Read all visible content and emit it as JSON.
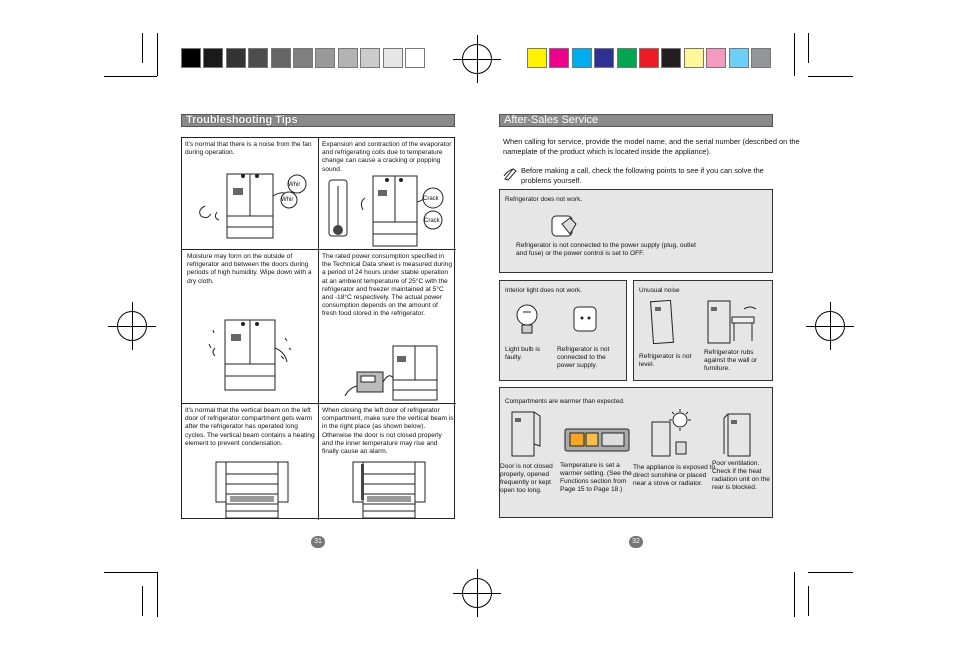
{
  "left_page": {
    "title": "Troubleshooting Tips",
    "tips": [
      {
        "text": "It's normal that there is a noise from the fan during operation.",
        "sounds": [
          "Whir",
          "Whir"
        ]
      },
      {
        "text": "Expansion and contraction of the evaporator and refrigerating coils due to temperature change can cause a cracking or popping sound.",
        "sounds": [
          "Crack",
          "Crack"
        ]
      },
      {
        "text": "Moisture may form on the outside of refrigerator and between the doors during periods of high humidity. Wipe down with a dry cloth."
      },
      {
        "text": "The rated power consumption specified in the Technical Data sheet is measured during a period of 24 hours under stable operation at an ambient temperature of 25°C with the refrigerator and freezer maintained at 5°C and -18°C respectively. The actual power consumption depends on the amount of fresh food stored in the refrigerator."
      },
      {
        "text": "It's normal that the vertical beam on the left door of refrigerator compartment gets warm after the refrigerator has operated long cycles. The vertical beam contains a heating element to prevent condensation."
      },
      {
        "text": "When closing the left door of refrigerator compartment, make sure the vertical beam is in the right place (as shown below). Otherwise the door is not closed properly and the inner temperature may rise and finally cause an alarm."
      }
    ],
    "page_number": "31"
  },
  "right_page": {
    "title": "After-Sales Service",
    "intro": "When calling for service, provide the model name, and the serial number (described on the nameplate of the product which is located inside the  appliance).",
    "note": "Before making a call, check the following points to see if you can solve the problems yourself.",
    "box1": {
      "title": "Refrigerator does not work.",
      "cause": "Refrigerator is not connected to the power supply (plug, outlet and fuse) or the power control is set to OFF."
    },
    "box2": {
      "title": "Interior light does not work.",
      "cause1": "Light bulb is faulty.",
      "cause2": "Refrigerator is not connected to the power supply."
    },
    "box3": {
      "title": "Unusual noise",
      "cause1": "Refrigerator is not level.",
      "cause2": "Refrigerator rubs against the wall or furniture."
    },
    "box4": {
      "title": "Compartments are warmer than expected.",
      "cause1": "Door is not closed properly, opened frequently or kept open too long.",
      "cause2": "Temperature is set a warmer setting. (See the Functions section from Page 15 to Page 18.)",
      "cause3": "The appliance is exposed to direct sunshine or placed near a stove or radiator.",
      "cause4": "Poor ventilation. Check if the heat radiation unit on the rear is blocked."
    },
    "page_number": "32"
  },
  "colors": {
    "gray_swatches": [
      "#000000",
      "#1a1a1a",
      "#333333",
      "#4d4d4d",
      "#666666",
      "#808080",
      "#999999",
      "#b3b3b3",
      "#cccccc",
      "#e6e6e6",
      "#ffffff"
    ],
    "color_swatches": [
      "#fff200",
      "#ec008c",
      "#00aeef",
      "#2e3192",
      "#00a651",
      "#ed1c24",
      "#231f20",
      "#fff799",
      "#f49ac1",
      "#6dcff6",
      "#939598"
    ],
    "header_bg": "#8a8a8a",
    "box_bg": "#e6e6e6"
  }
}
